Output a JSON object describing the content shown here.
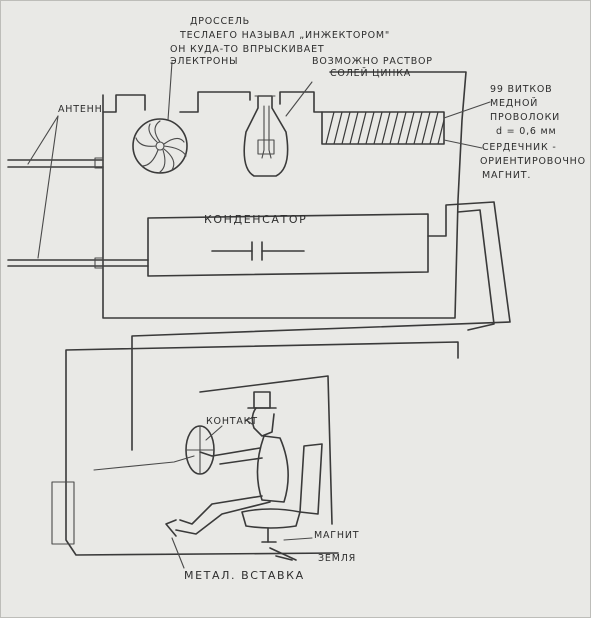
{
  "labels": {
    "drossel_line1": "ДРОССЕЛЬ",
    "drossel_line2": "ТЕСЛАЕГО НАЗЫВАЛ „ИНЖЕКТОРОМ\"",
    "drossel_line3": "ОН КУДА-ТО ВПРЫСКИВАЕТ",
    "drossel_line4": "ЭЛЕКТРОНЫ",
    "solution_line1": "ВОЗМОЖНО РАСТВОР",
    "solution_line2": "СОЛЕЙ ЦИНКА",
    "coil_line1": "99 ВИТКОВ",
    "coil_line2": "МЕДНОЙ",
    "coil_line3": "ПРОВОЛОКИ",
    "coil_line4": "d = 0,6 мм",
    "core_line1": "СЕРДЕЧНИК -",
    "core_line2": "ОРИЕНТИРОВОЧНО",
    "core_line3": "МАГНИТ.",
    "antenna": "АНТЕНН",
    "capacitor": "КОНДЕНСАТОР",
    "contact": "КОНТАКТ",
    "magnet": "МАГНИТ",
    "ground": "ЗЕМЛЯ",
    "metal_insert": "МЕТАЛ. ВСТАВКА"
  }
}
